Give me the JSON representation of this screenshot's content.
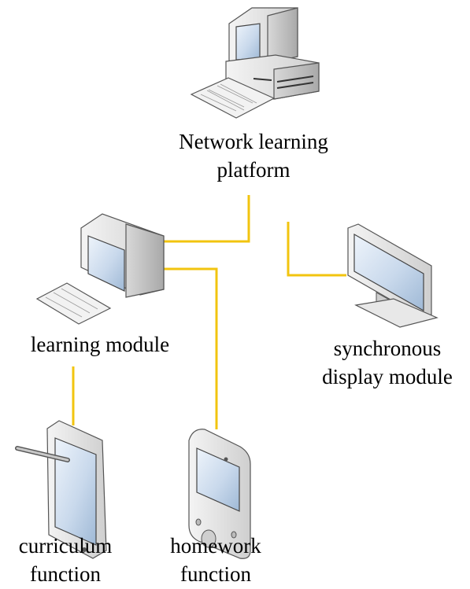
{
  "diagram": {
    "connector_color": "#F2C40F",
    "nodes": {
      "network_platform": {
        "line1": "Network learning",
        "line2": "platform",
        "icon": "desktop-computer-icon"
      },
      "learning_module": {
        "line1": "learning module",
        "icon": "desktop-computer-icon"
      },
      "sync_display": {
        "line1": "synchronous",
        "line2": "display module",
        "icon": "monitor-icon"
      },
      "curriculum": {
        "line1": "curriculum",
        "line2": "function",
        "icon": "tablet-stylus-icon"
      },
      "homework": {
        "line1": "homework",
        "line2": "function",
        "icon": "pda-icon"
      }
    }
  }
}
